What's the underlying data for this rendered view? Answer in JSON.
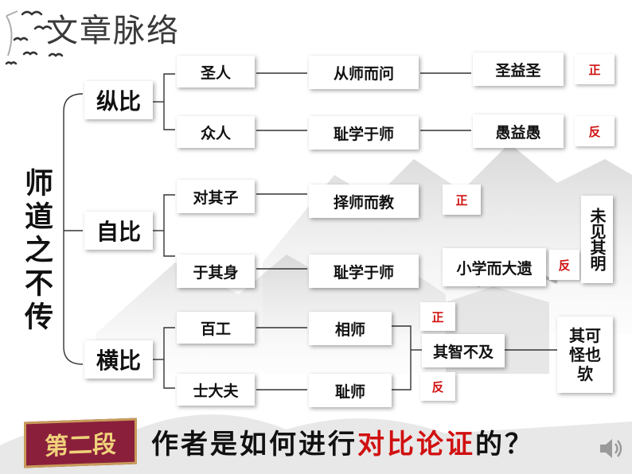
{
  "page": {
    "title": "文章脉络",
    "root": "师道之不传",
    "branches": {
      "vertical": "纵比",
      "self": "自比",
      "horizontal": "横比"
    },
    "nodes": {
      "sage": "圣人",
      "sage_action": "从师而问",
      "sage_result": "圣益圣",
      "masses": "众人",
      "masses_action": "耻学于师",
      "masses_result": "愚益愚",
      "child": "对其子",
      "child_action": "择师而教",
      "self": "于其身",
      "self_action": "耻学于师",
      "self_result": "小学而大遗",
      "self_conclusion": "未见其明",
      "artisans": "百工",
      "artisans_action": "相师",
      "gentry": "士大夫",
      "gentry_action": "耻师",
      "horizontal_result": "其智不及",
      "horizontal_conclusion": "其可怪也欤"
    },
    "tags": {
      "pos": "正",
      "neg": "反"
    },
    "footer": {
      "section_label": "第二段",
      "question_part1": "作者是如何进行",
      "question_highlight": "对比论证",
      "question_part2": "的？"
    },
    "colors": {
      "accent_red": "#d01010",
      "banner_bg": "#8a1f3c",
      "banner_text": "#f0d27a"
    },
    "icons": [
      "bird-icon",
      "speaker-icon"
    ]
  }
}
